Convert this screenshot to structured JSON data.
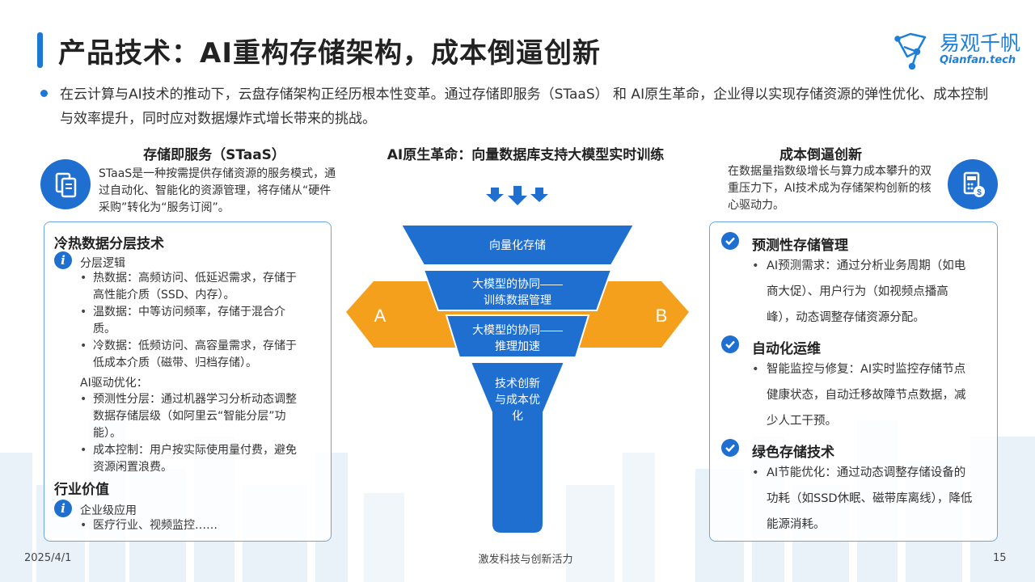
{
  "title": "产品技术：AI重构存储架构，成本倒逼创新",
  "logo": {
    "cn": "易观千帆",
    "en": "Qianfan.tech"
  },
  "intro": "在云计算与AI技术的推动下，云盘存储架构正经历根本性变革。通过存储即服务（STaaS） 和 AI原生革命，企业得以实现存储资源的弹性优化、成本控制与效率提升，同时应对数据爆炸式增长带来的挑战。",
  "left": {
    "heading": "存储即服务（STaaS）",
    "description": "STaaS是一种按需提供存储资源的服务模式，通过自动化、智能化的资源管理，将存储从“硬件采购”转化为“服务订阅”。",
    "card": {
      "h1": "冷热数据分层技术",
      "sub1": "分层逻辑",
      "tier_items": [
        "热数据：高频访问、低延迟需求，存储于高性能介质（SSD、内存）。",
        "温数据：中等访问频率，存储于混合介质。",
        "冷数据：低频访问、高容量需求，存储于低成本介质（磁带、归档存储）。"
      ],
      "sub2": "AI驱动优化：",
      "ai_items": [
        "预测性分层：通过机器学习分析动态调整数据存储层级（如阿里云“智能分层”功能）。",
        "成本控制：用户按实际使用量付费，避免资源闲置浪费。"
      ],
      "h2": "行业价值",
      "sub3": "企业级应用",
      "value_items": [
        "医疗行业、视频监控……"
      ]
    }
  },
  "middle": {
    "heading": "AI原生革命：向量数据库支持大模型实时训练",
    "funnel": {
      "layer1": "向量化存储",
      "layer2": [
        "大模型的协同——",
        "训练数据管理"
      ],
      "layer3": [
        "大模型的协同——",
        "推理加速"
      ],
      "layer4": [
        "技术创新",
        "与成本优",
        "化"
      ],
      "left_label": "A",
      "right_label": "B"
    }
  },
  "right": {
    "heading": "成本倒逼创新",
    "description": "在数据量指数级增长与算力成本攀升的双重压力下，AI技术成为存储架构创新的核心驱动力。",
    "sections": [
      {
        "title": "预测性存储管理",
        "item": "AI预测需求：通过分析业务周期（如电商大促）、用户行为（如视频点播高峰），动态调整存储资源分配。"
      },
      {
        "title": "自动化运维",
        "item": "智能监控与修复：AI实时监控存储节点健康状态，自动迁移故障节点数据，减少人工干预。"
      },
      {
        "title": "绿色存储技术",
        "item": "AI节能优化：通过动态调整存储设备的功耗（如SSD休眠、磁带库离线），降低能源消耗。"
      }
    ]
  },
  "footer": {
    "date": "2025/4/1",
    "slogan": "激发科技与创新活力",
    "page": "15"
  },
  "colors": {
    "primary": "#1e6fd0",
    "accent": "#f5a01c",
    "card_border": "#6aa7e0"
  }
}
